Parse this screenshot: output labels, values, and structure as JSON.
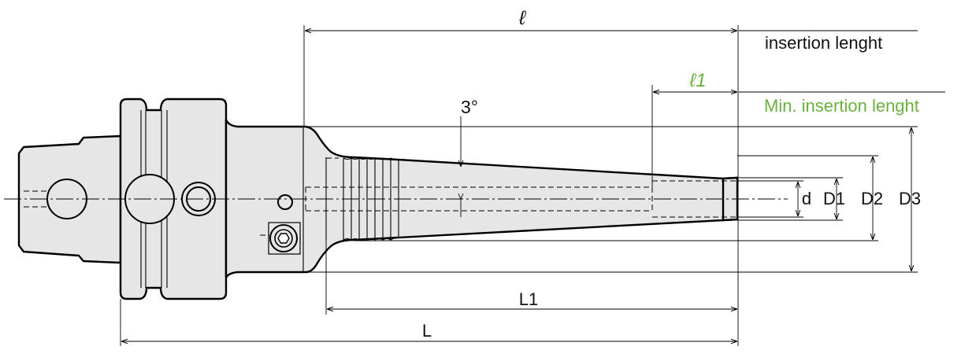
{
  "labels": {
    "l_symbol": "ℓ",
    "insertion_length": "insertion lenght",
    "l1_symbol": "ℓ1",
    "min_insertion_length": "Min. insertion lenght",
    "angle": "3°",
    "d": "d",
    "D1": "D1",
    "D2": "D2",
    "D3": "D3",
    "L1": "L1",
    "L": "L"
  },
  "colors": {
    "body_fill": "#e6e6e6",
    "outline": "#000000",
    "accent_green": "#6ab23e"
  }
}
